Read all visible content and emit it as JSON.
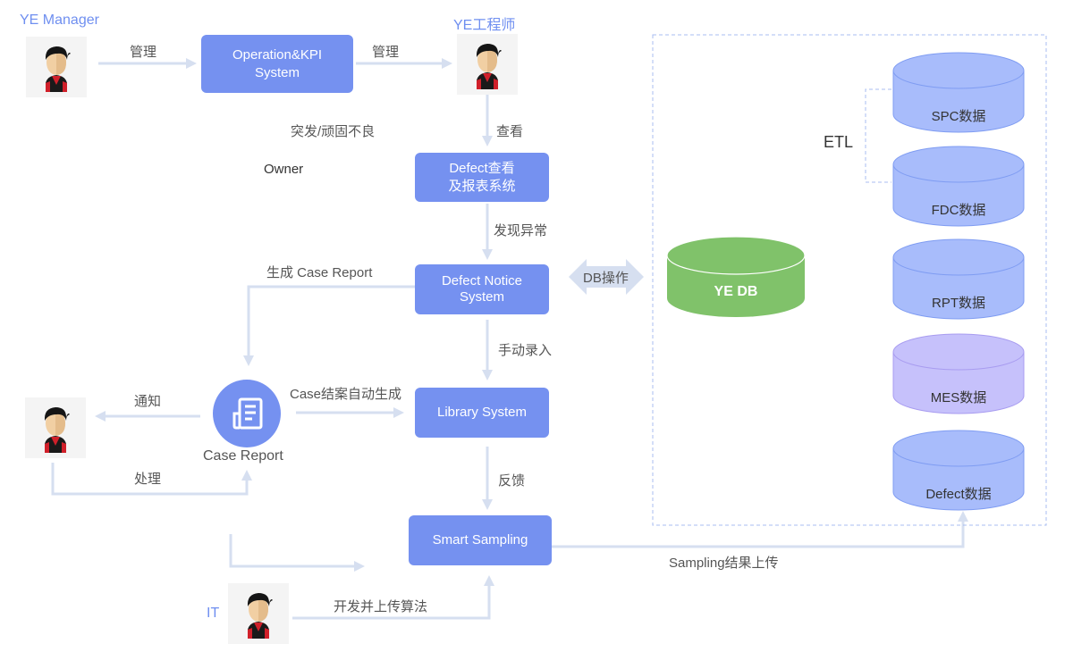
{
  "roles": {
    "ye_manager": "YE Manager",
    "ye_engineer": "YE工程师",
    "it": "IT"
  },
  "systems": {
    "operation_kpi": "Operation&KPI\nSystem",
    "defect_view": "Defect查看\n及报表系统",
    "defect_notice": "Defect Notice\nSystem",
    "library": "Library System",
    "smart_sampling": "Smart Sampling",
    "case_report": "Case Report"
  },
  "edge_labels": {
    "manage_1": "管理",
    "manage_2": "管理",
    "sudden_defect": "突发/顽固不良",
    "owner": "Owner",
    "view": "查看",
    "find_abnormal": "发现异常",
    "generate_case_report": "生成 Case Report",
    "db_operation": "DB操作",
    "manual_entry": "手动录入",
    "notify": "通知",
    "handle": "处理",
    "case_close_auto": "Case结案自动生成",
    "feedback": "反馈",
    "develop_upload_algo": "开发并上传算法",
    "sampling_upload": "Sampling结果上传",
    "etl": "ETL"
  },
  "databases": {
    "ye_db": "YE DB",
    "items": [
      {
        "label": "SPC数据",
        "color": "#a8bcfb"
      },
      {
        "label": "FDC数据",
        "color": "#a8bcfb"
      },
      {
        "label": "RPT数据",
        "color": "#a8bcfb"
      },
      {
        "label": "MES数据",
        "color": "#c6c1fb"
      },
      {
        "label": "Defect数据",
        "color": "#a8bcfb"
      }
    ]
  },
  "colors": {
    "system_box": "#7591f0",
    "ye_db": "#80c26a",
    "connector": "#d6dff0",
    "role_text": "#6f8ff0"
  }
}
